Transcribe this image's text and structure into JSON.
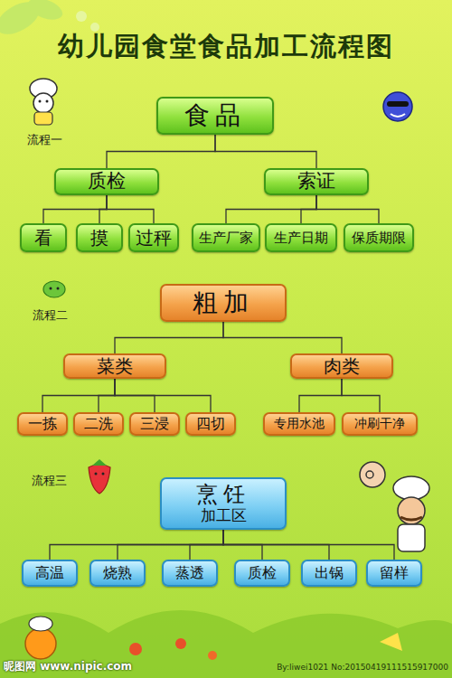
{
  "diagram": {
    "title": "幼儿园食堂食品加工流程图",
    "nodes": [
      {
        "text": [
          "食品"
        ]
      },
      {
        "text": [
          "质检"
        ]
      },
      {
        "text": [
          "索证"
        ]
      },
      {
        "text": [
          "看"
        ]
      },
      {
        "text": [
          "摸"
        ]
      },
      {
        "text": [
          "过秤"
        ]
      },
      {
        "text": [
          "生产厂家"
        ]
      },
      {
        "text": [
          "生产日期"
        ]
      },
      {
        "text": [
          "保质期限"
        ]
      },
      {
        "text": [
          "粗加"
        ]
      },
      {
        "text": [
          "菜类"
        ]
      },
      {
        "text": [
          "肉类"
        ]
      },
      {
        "text": [
          "一拣"
        ]
      },
      {
        "text": [
          "二洗"
        ]
      },
      {
        "text": [
          "三浸"
        ]
      },
      {
        "text": [
          "四切"
        ]
      },
      {
        "text": [
          "专用水池"
        ]
      },
      {
        "text": [
          "冲刷干净"
        ]
      },
      {
        "text": [
          "烹饪",
          "加工区"
        ]
      },
      {
        "text": [
          "高温"
        ]
      },
      {
        "text": [
          "烧熟"
        ]
      },
      {
        "text": [
          "蒸透"
        ]
      },
      {
        "text": [
          "质检"
        ]
      },
      {
        "text": [
          "出锅"
        ]
      },
      {
        "text": [
          "留样"
        ]
      }
    ],
    "edges": [
      {
        "from": 0,
        "to": 1,
        "arrow": "none"
      },
      {
        "from": 0,
        "to": 2,
        "arrow": "none"
      },
      {
        "from": 1,
        "to": 3,
        "arrow": "none"
      },
      {
        "from": 1,
        "to": 4,
        "arrow": "none"
      },
      {
        "from": 1,
        "to": 5,
        "arrow": "none"
      },
      {
        "from": 2,
        "to": 6,
        "arrow": "none"
      },
      {
        "from": 2,
        "to": 7,
        "arrow": "none"
      },
      {
        "from": 2,
        "to": 8,
        "arrow": "none"
      },
      {
        "from": 9,
        "to": 10,
        "arrow": "none"
      },
      {
        "from": 9,
        "to": 11,
        "arrow": "none"
      },
      {
        "from": 10,
        "to": 12,
        "arrow": "none"
      },
      {
        "from": 10,
        "to": 13,
        "arrow": "none"
      },
      {
        "from": 10,
        "to": 14,
        "arrow": "none"
      },
      {
        "from": 10,
        "to": 15,
        "arrow": "none"
      },
      {
        "from": 11,
        "to": 16,
        "arrow": "none"
      },
      {
        "from": 11,
        "to": 17,
        "arrow": "none"
      },
      {
        "from": 18,
        "to": 19,
        "arrow": "none"
      },
      {
        "from": 18,
        "to": 20,
        "arrow": "none"
      },
      {
        "from": 18,
        "to": 21,
        "arrow": "none"
      },
      {
        "from": 18,
        "to": 22,
        "arrow": "none"
      },
      {
        "from": 18,
        "to": 23,
        "arrow": "none"
      },
      {
        "from": 18,
        "to": 24,
        "arrow": "none"
      }
    ],
    "labels": [
      "流程一",
      "流程二",
      "流程三",
      "昵图网 www.nipic.com",
      "By:liwei1021 No:20150419111515917000"
    ]
  }
}
